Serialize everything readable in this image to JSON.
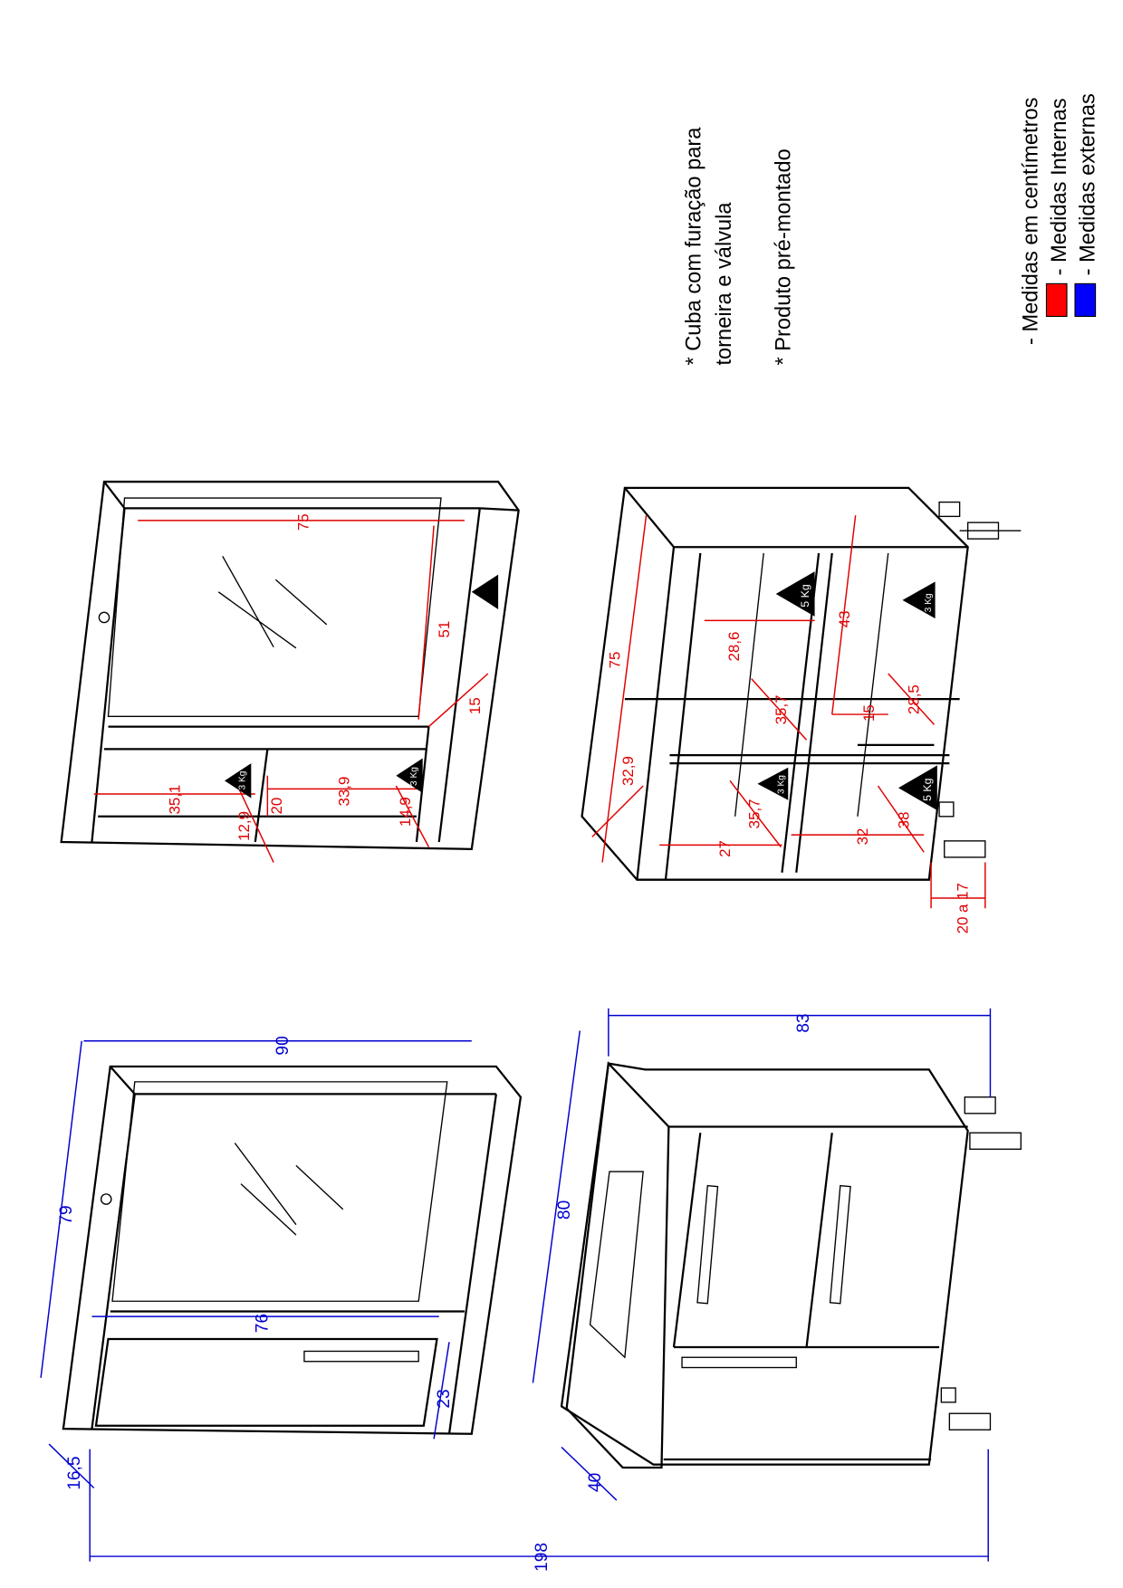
{
  "notes": {
    "line1": "* Cuba com furação para",
    "line2": "torneira e válvula",
    "line3": "* Produto pré-montado"
  },
  "legend": {
    "title": "- Medidas em centímetros",
    "internal": "- Medidas Internas",
    "external": "- Medidas externas",
    "internal_color": "#ff0000",
    "external_color": "#0000ff"
  },
  "mirror_internal": {
    "d75": "75",
    "d51": "51",
    "d15": "15",
    "d35_1": "35,1",
    "d12_9": "12,9",
    "d20": "20",
    "d33_9": "33,9",
    "d14_9": "14,9",
    "w3a": "3 Kg",
    "w3b": "3 Kg"
  },
  "cabinet_internal": {
    "d75": "75",
    "d32_9": "32,9",
    "d28_6": "28,6",
    "d35_7a": "35,7",
    "d43": "43",
    "d15": "15",
    "d28_5": "28,5",
    "d35_7b": "35,7",
    "d27": "27",
    "d32": "32",
    "d38": "38",
    "d20a17": "20 a 17",
    "w5a": "5 Kg",
    "w3a": "3 Kg",
    "w3b": "3 Kg",
    "w5b": "5 Kg"
  },
  "external": {
    "d90": "90",
    "d79": "79",
    "d76": "76",
    "d23": "23",
    "d16_5": "16,5",
    "d83": "83",
    "d80": "80",
    "d40": "40",
    "d198": "198"
  }
}
